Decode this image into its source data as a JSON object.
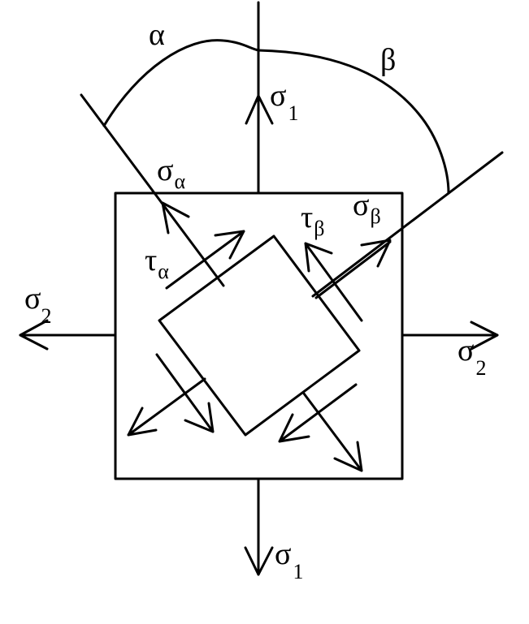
{
  "labels": {
    "alpha": "α",
    "beta": "β",
    "sigma1_top": {
      "main": "σ",
      "sub": "1"
    },
    "sigma1_bottom": {
      "main": "σ",
      "sub": "1"
    },
    "sigma2_left": {
      "main": "σ",
      "sub": "2"
    },
    "sigma2_right": {
      "main": "σ",
      "sub": "2"
    },
    "sigma_alpha": {
      "main": "σ",
      "sub": "α"
    },
    "sigma_beta": {
      "main": "σ",
      "sub": "β"
    },
    "tau_alpha": {
      "main": "τ",
      "sub": "α"
    },
    "tau_beta": {
      "main": "τ",
      "sub": "β"
    }
  }
}
